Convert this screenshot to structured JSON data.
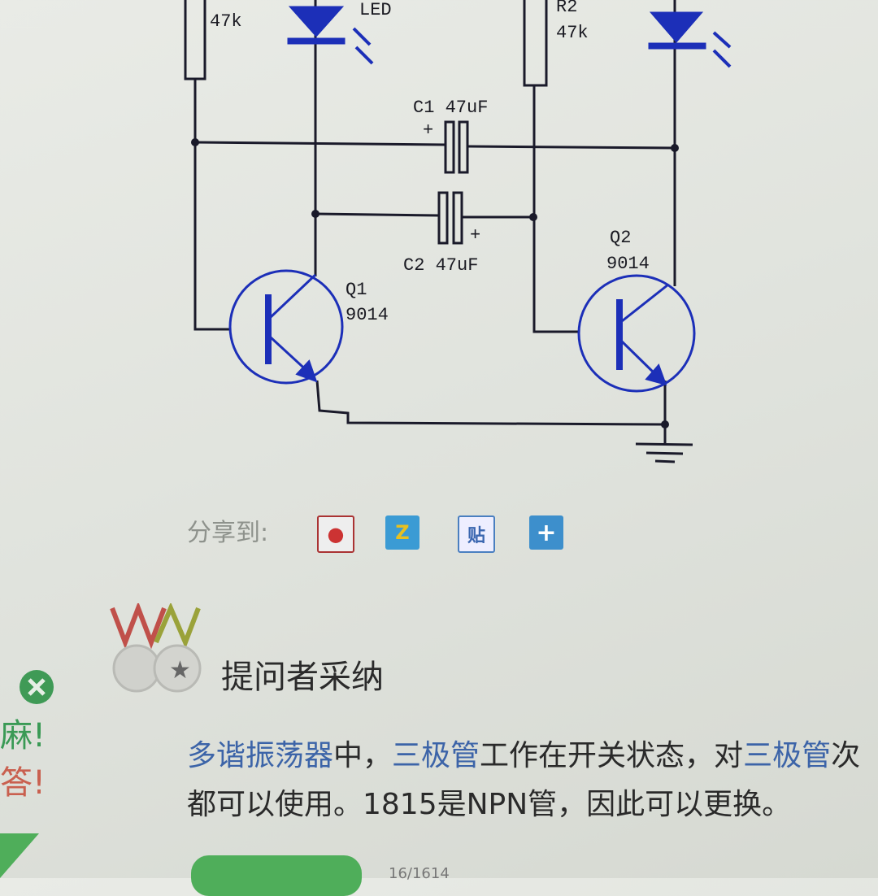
{
  "circuit": {
    "r1_value": "47k",
    "r2_label": "R2",
    "r2_value": "47k",
    "led_label": "LED",
    "c1_label": "C1 47uF",
    "c2_label": "C2 47uF",
    "q1_label": "Q1",
    "q1_part": "9014",
    "q2_label": "Q2",
    "q2_part": "9014",
    "plus": "+"
  },
  "share": {
    "label": "分享到:",
    "icons": [
      "weibo-icon",
      "qzone-icon",
      "tieba-icon",
      "more-share-icon"
    ],
    "tieba_glyph": "贴",
    "qzone_glyph": "Z",
    "more_glyph": "+"
  },
  "answer": {
    "badge": "提问者采纳",
    "line1_parts": [
      "多谐振荡器",
      "中，",
      "三极管",
      "工作在开关状态，对",
      "三极管",
      "次"
    ],
    "line2": "都可以使用。1815是NPN管，因此可以更换。",
    "count": "16/1614"
  },
  "side": {
    "text1": "麻!",
    "text2": "答!"
  },
  "colors": {
    "wire": "#1a1a2a",
    "component": "#1c2fb8",
    "accent_green": "#4fae5a"
  }
}
